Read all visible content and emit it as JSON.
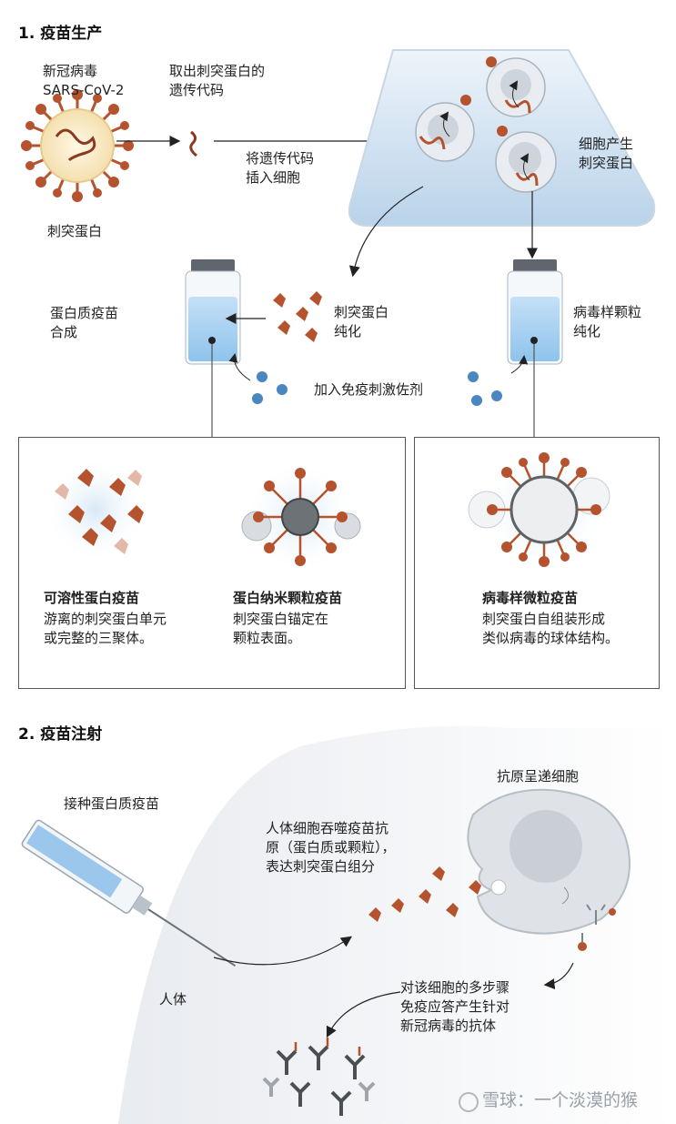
{
  "section1": {
    "title": "1. 疫苗生产",
    "virus_label": "新冠病毒\nSARS-CoV-2",
    "spike_label": "刺突蛋白",
    "extract_label": "取出刺突蛋白的\n遗传代码",
    "insert_label": "将遗传代码\n插入细胞",
    "cells_label": "细胞产生\n刺突蛋白",
    "protein_synth_label": "蛋白质疫苗\n合成",
    "spike_purify_label": "刺突蛋白\n纯化",
    "vlp_purify_label": "病毒样颗粒\n纯化",
    "adjuvant_label": "加入免疫刺激佐剂"
  },
  "vaccine_types": [
    {
      "title": "可溶性蛋白疫苗",
      "desc": "游离的刺突蛋白单元\n或完整的三聚体。"
    },
    {
      "title": "蛋白纳米颗粒疫苗",
      "desc": "刺突蛋白锚定在\n颗粒表面。"
    },
    {
      "title": "病毒样微粒疫苗",
      "desc": "刺突蛋白自组装形成\n类似病毒的球体结构。"
    }
  ],
  "section2": {
    "title": "2. 疫苗注射",
    "inject_label": "接种蛋白质疫苗",
    "apc_label": "抗原呈递细胞",
    "engulf_label": "人体细胞吞噬疫苗抗\n原（蛋白质或颗粒），\n表达刺突蛋白组分",
    "body_label": "人体",
    "response_label": "对该细胞的多步骤\n免疫应答产生针对\n新冠病毒的抗体"
  },
  "watermark": "雪球：一个淡漠的猴",
  "colors": {
    "spike": "#b5532e",
    "blue": "#4a86c0",
    "light_blue": "#cfe4f4"
  }
}
